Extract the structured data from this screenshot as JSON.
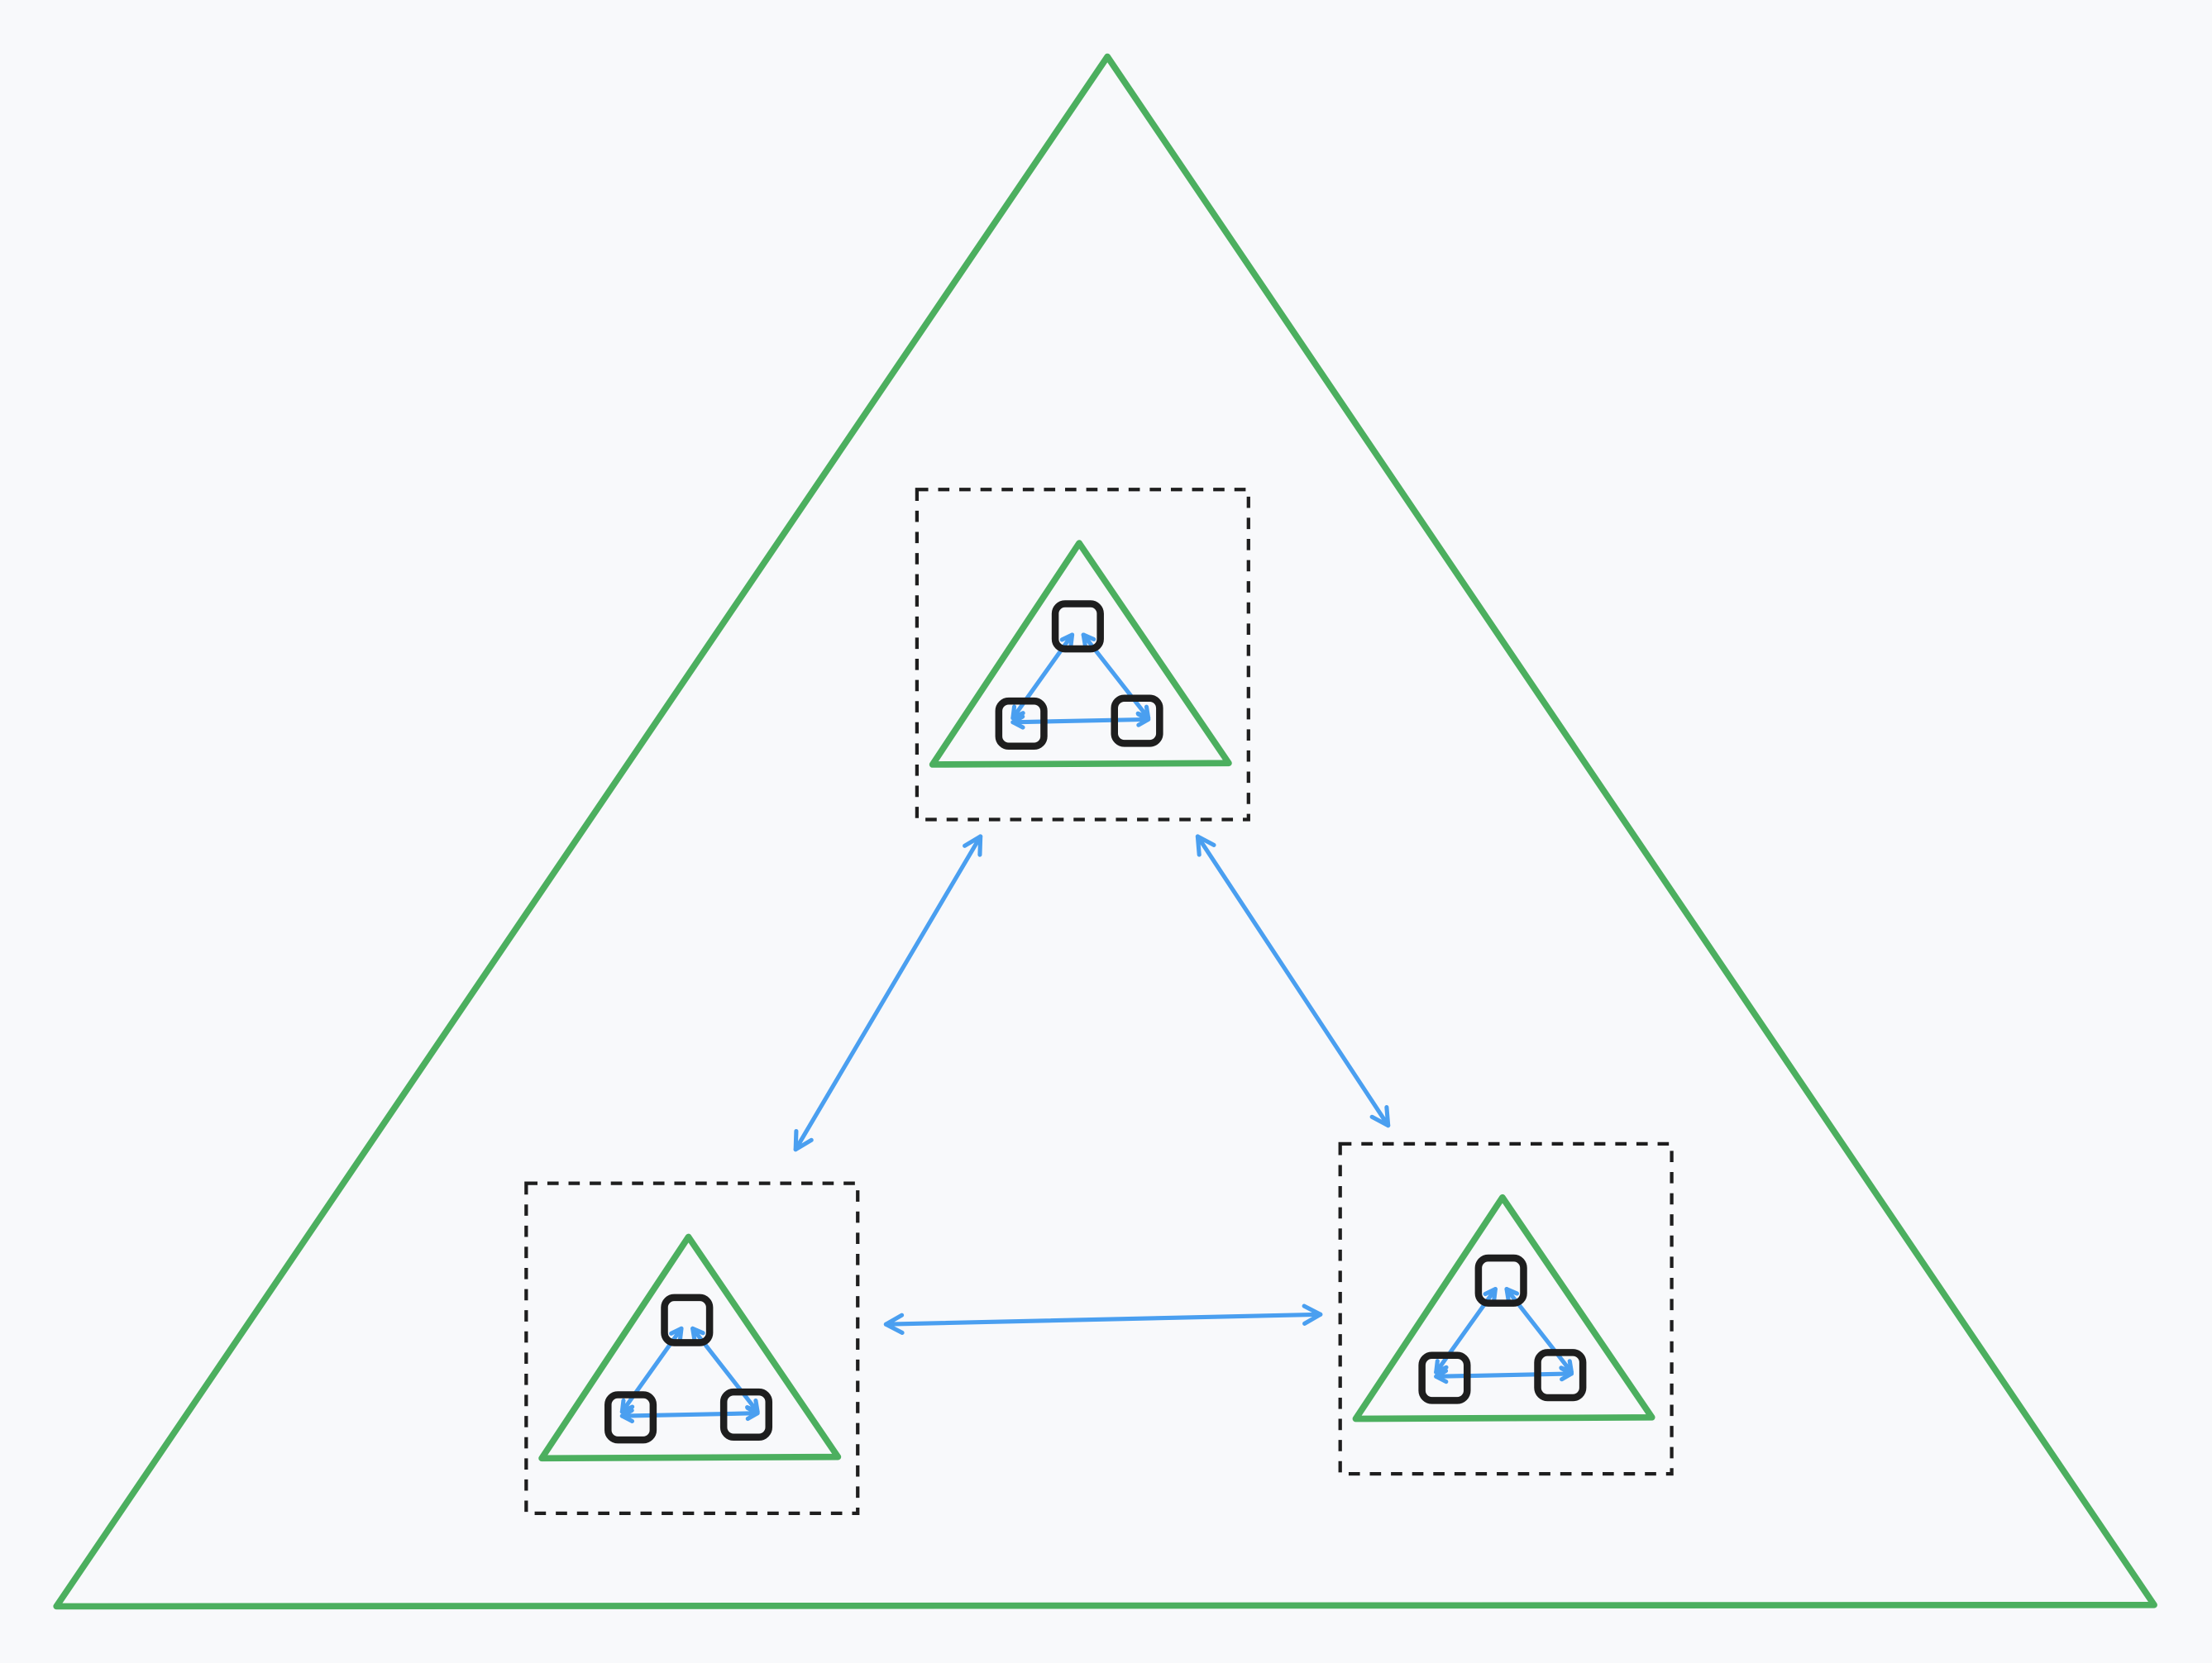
{
  "colors": {
    "background": "#f8f9fb",
    "triangle": "#4caf5f",
    "arrow": "#4a9ff0",
    "node": "#1e1e1e",
    "boundary": "#1e1e1e"
  },
  "diagram": {
    "description_visible_text": "",
    "modules": [
      {
        "name": "module-top",
        "nodes": 3,
        "links": 3
      },
      {
        "name": "module-bottom-left",
        "nodes": 3,
        "links": 3
      },
      {
        "name": "module-bottom-right",
        "nodes": 3,
        "links": 3
      }
    ],
    "module_links": [
      {
        "from": "module-top",
        "to": "module-bottom-left",
        "bidirectional": true
      },
      {
        "from": "module-top",
        "to": "module-bottom-right",
        "bidirectional": true
      },
      {
        "from": "module-bottom-left",
        "to": "module-bottom-right",
        "bidirectional": true
      }
    ]
  }
}
